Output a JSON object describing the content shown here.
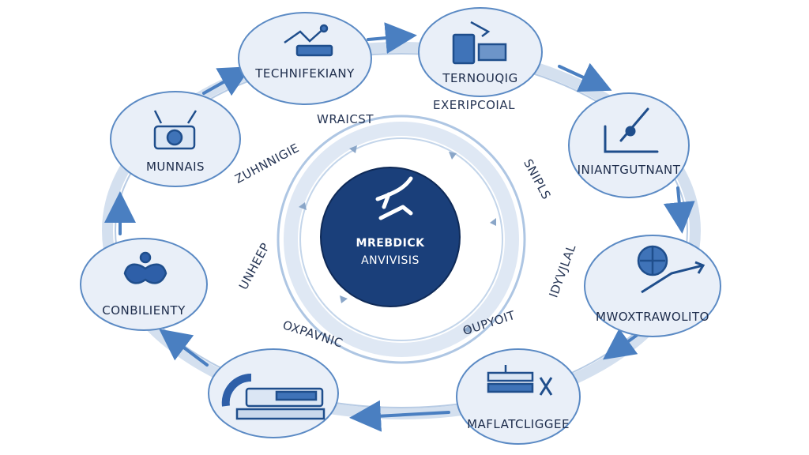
{
  "hub": {
    "title": "MREBDICK",
    "subtitle": "ANVIVISIS"
  },
  "nodes": [
    {
      "label": "TECHNIFEKIANY",
      "icon": "robot-hand-icon"
    },
    {
      "label": "TERNOUQIG",
      "icon": "machine-tools-icon"
    },
    {
      "label": "INIANTGUTNANT",
      "icon": "pen-tablet-icon"
    },
    {
      "label": "MWOXTRAWOLITO",
      "icon": "globe-growth-icon"
    },
    {
      "label": "MAFLATCLIGGEE",
      "icon": "document-stack-icon"
    },
    {
      "label": "",
      "icon": "gauge-device-icon"
    },
    {
      "label": "CONBILIENTY",
      "icon": "human-figure-icon"
    },
    {
      "label": "MUNNAIS",
      "icon": "cog-device-icon"
    }
  ],
  "ring_labels": [
    {
      "text": "WRAICST"
    },
    {
      "text": "EXERIPCOIAL"
    },
    {
      "text": "ZUHNNIGIE"
    },
    {
      "text": "SNIPLS"
    },
    {
      "text": "UNHEEP"
    },
    {
      "text": "IDYVJLAL"
    },
    {
      "text": "OXPAVNIC"
    },
    {
      "text": "OUPYOIT"
    }
  ],
  "colors": {
    "accent": "#1f4e8c",
    "hub": "#1a3f7a",
    "node_fill": "#e9eff8",
    "node_stroke": "#5b8ac4",
    "ring": "#c7d6ea",
    "arrow": "#4a7fc1"
  }
}
